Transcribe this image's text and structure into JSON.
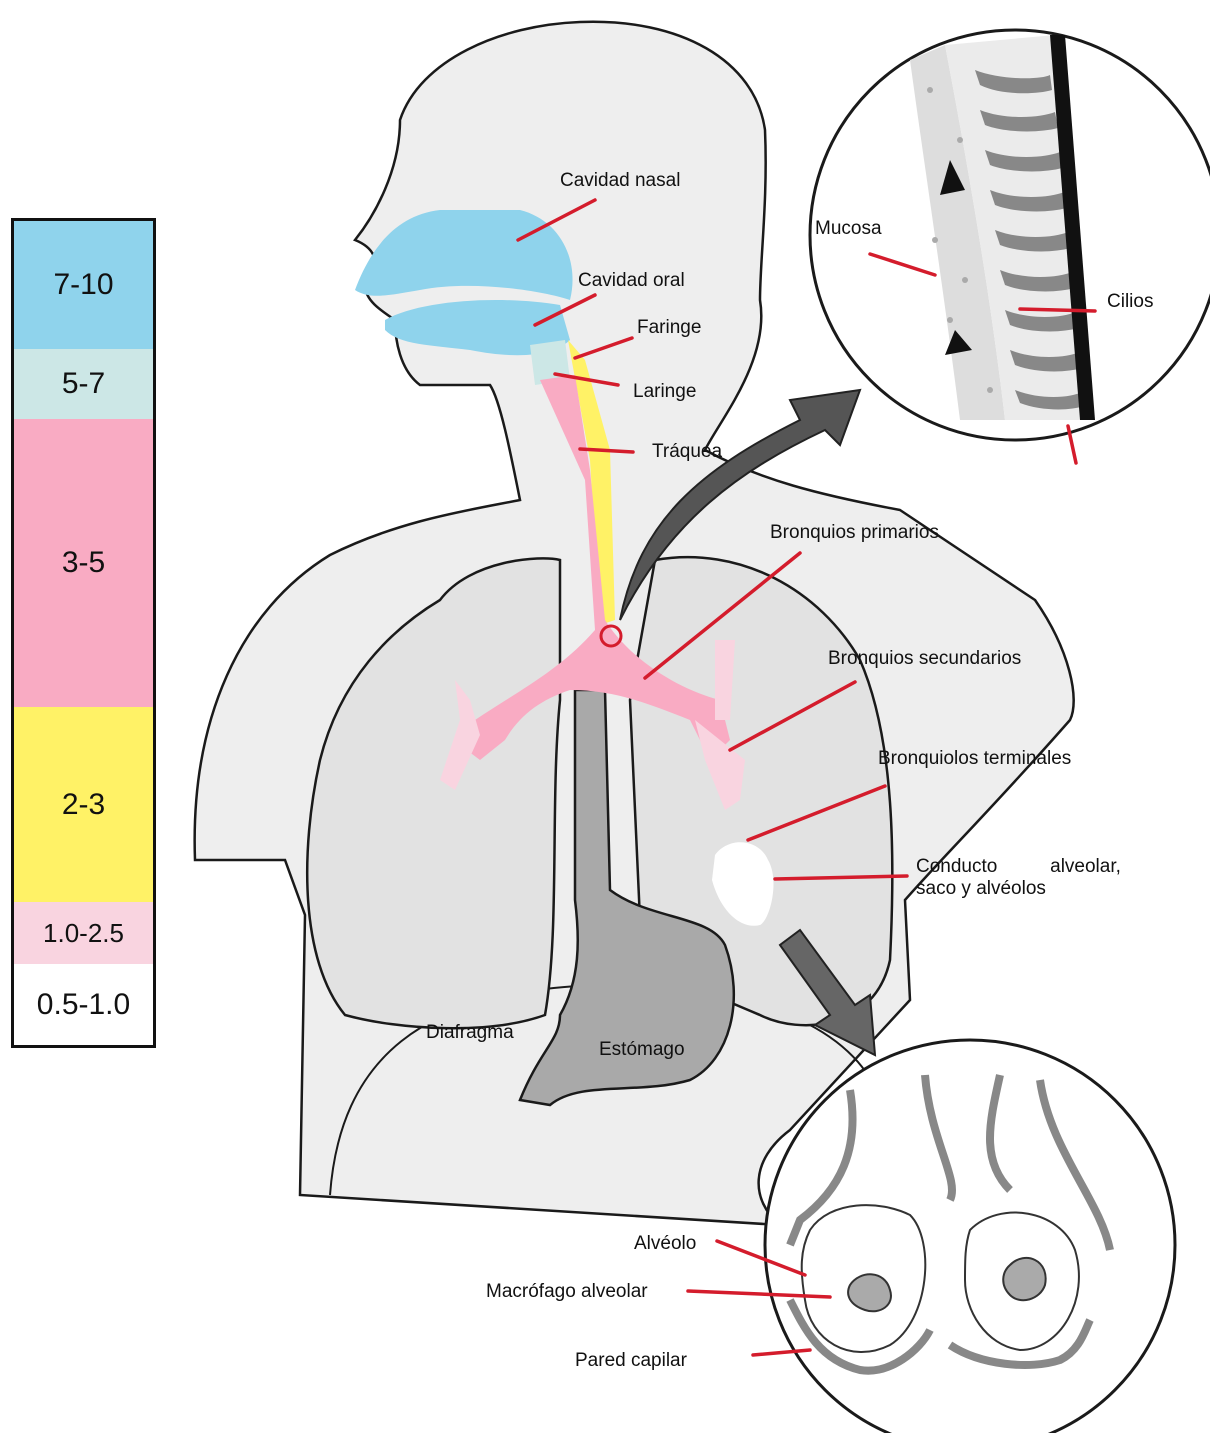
{
  "legend": {
    "bands": [
      {
        "label": "7-10",
        "color": "#8fd3ec"
      },
      {
        "label": "5-7",
        "color": "#cce7e6"
      },
      {
        "label": "3-5",
        "color": "#f9abc3"
      },
      {
        "label": "2-3",
        "color": "#fff266"
      },
      {
        "label": "1.0-2.5",
        "color": "#f9d4e0"
      },
      {
        "label": "0.5-1.0",
        "color": "#ffffff"
      }
    ]
  },
  "labels": {
    "cavidad_nasal": "Cavidad nasal",
    "cavidad_oral": "Cavidad oral",
    "faringe": "Faringe",
    "laringe": "Laringe",
    "traquea": "Tráquea",
    "bronquios_primarios": "Bronquios primarios",
    "bronquios_secundarios": "Bronquios secundarios",
    "bronquiolos_terminales": "Bronquiolos terminales",
    "conducto_line1": "Conducto          alveolar,",
    "conducto_line2": "saco y alvéolos",
    "diafragma": "Diafragma",
    "estomago": "Estómago",
    "mucosa": "Mucosa",
    "cilios": "Cilios",
    "alveolo": "Alvéolo",
    "macrofago": "Macrófago alveolar",
    "pared_capilar": "Pared capilar"
  },
  "colors": {
    "accent_line": "#d41c2c",
    "body_fill": "#eeeeee",
    "lung_fill": "#e2e2e2",
    "gut_fill": "#a9a9a9"
  }
}
